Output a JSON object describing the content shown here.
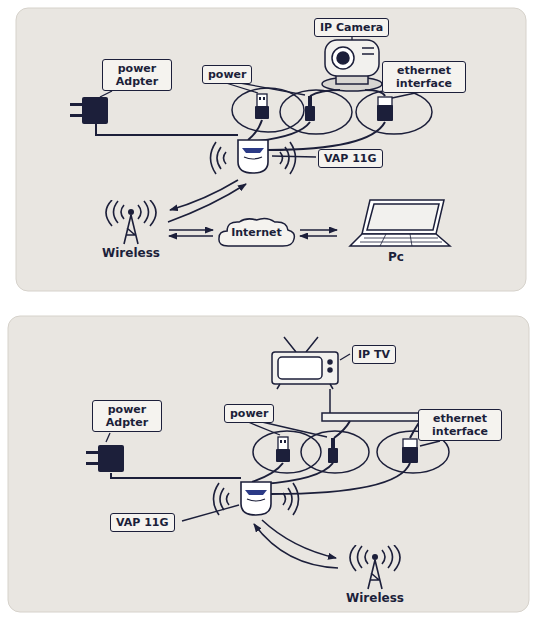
{
  "diagram": {
    "nodes": [
      {
        "text": [
          "IP Camera"
        ]
      },
      {
        "text": [
          "power Adpter"
        ]
      },
      {
        "text": [
          "power"
        ]
      },
      {
        "text": [
          "ethernet interface"
        ]
      },
      {
        "text": [
          "VAP 11G"
        ]
      },
      {
        "text": [
          "Wireless"
        ]
      },
      {
        "text": [
          "Internet"
        ]
      },
      {
        "text": [
          "Pc"
        ]
      },
      {
        "text": [
          "IP TV"
        ]
      },
      {
        "text": [
          "power Adpter"
        ]
      },
      {
        "text": [
          "power"
        ]
      },
      {
        "text": [
          "ethernet interface"
        ]
      },
      {
        "text": [
          "VAP 11G"
        ]
      },
      {
        "text": [
          "Wireless"
        ]
      }
    ],
    "edges": [
      {
        "from": 5,
        "to": 6,
        "arrow": "both"
      },
      {
        "from": 6,
        "to": 7,
        "arrow": "both"
      }
    ]
  }
}
